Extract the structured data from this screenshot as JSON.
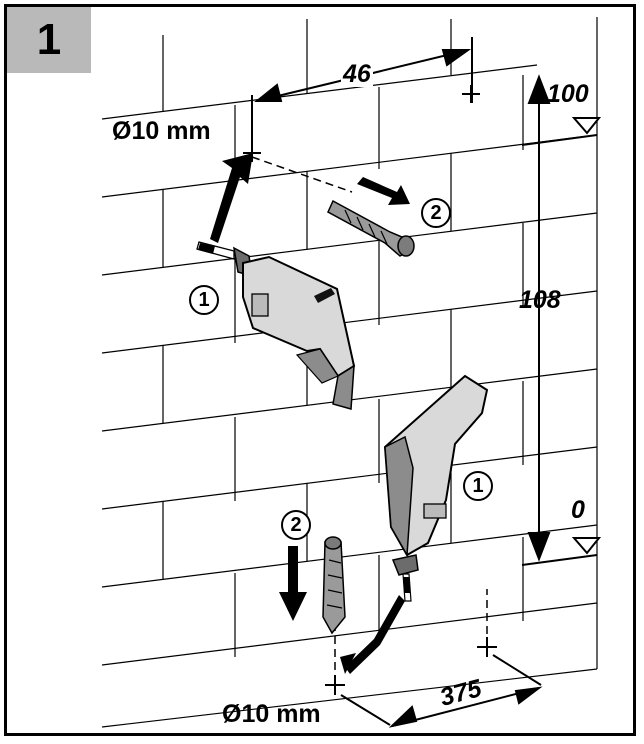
{
  "step": {
    "number": "1"
  },
  "labels": {
    "diameter_top": "Ø10 mm",
    "diameter_bottom": "Ø10 mm",
    "horizontal_spacing_top": "46",
    "vertical_spacing": "108",
    "level_top": "100",
    "level_bottom": "0",
    "horizontal_offset_bottom": "375"
  },
  "callouts": {
    "drill_top": "1",
    "dowel_top": "2",
    "drill_bottom": "1",
    "dowel_bottom": "2"
  },
  "colors": {
    "step_box": "#b9b9b9",
    "tool_body": "#d9d9d9",
    "tool_shadow": "#8c8c8c",
    "dowel": "#9a9a9a",
    "line": "#000000"
  },
  "icons": {
    "drill": "drill-icon",
    "dowel": "wall-plug-icon",
    "arrow": "insert-arrow-icon",
    "level_marker": "level-triangle-icon"
  }
}
